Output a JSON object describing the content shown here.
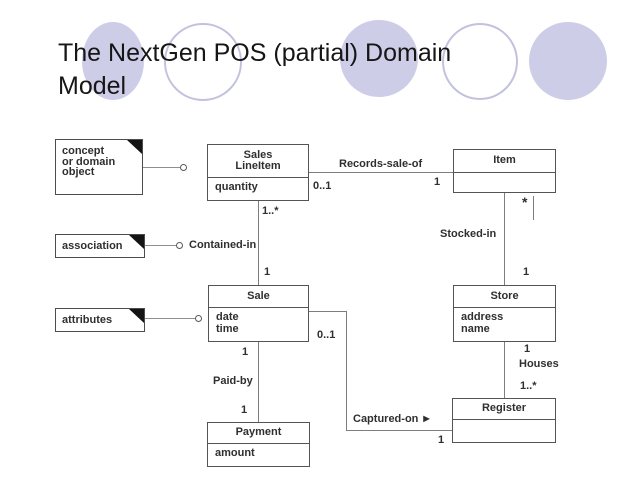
{
  "slide": {
    "title": {
      "line1": "The NextGen POS (partial) Domain",
      "line2": "Model"
    }
  },
  "colors": {
    "circle_fill": "#cdcde7",
    "circle_stroke": "#c2c2dd",
    "diagram_ink": "#2f2f2f"
  },
  "notes": {
    "concept": {
      "line1": "concept",
      "line2": "or domain",
      "line3": "object"
    },
    "association": {
      "label": "association"
    },
    "attributes": {
      "label": "attributes"
    }
  },
  "classes": {
    "sales_lineitem": {
      "name_line1": "Sales",
      "name_line2": "LineItem",
      "attr1": "quantity"
    },
    "item": {
      "name": "Item"
    },
    "sale": {
      "name": "Sale",
      "attr1": "date",
      "attr2": "time"
    },
    "store": {
      "name": "Store",
      "attr1": "address",
      "attr2": "name"
    },
    "payment": {
      "name": "Payment",
      "attr1": "amount"
    },
    "register": {
      "name": "Register"
    }
  },
  "associations": {
    "records_sale_of": {
      "label": "Records-sale-of",
      "mult_near": "0..1",
      "mult_far": "1"
    },
    "contained_in": {
      "label": "Contained-in",
      "mult_top": "1..*",
      "mult_bottom": "1"
    },
    "stocked_in": {
      "label": "Stocked-in",
      "mult_top": "*",
      "mult_bottom": "1"
    },
    "paid_by": {
      "label": "Paid-by",
      "mult_top": "1",
      "mult_bottom": "1"
    },
    "houses": {
      "label": "Houses",
      "mult_top": "1",
      "mult_bottom": "1..*"
    },
    "captured_on": {
      "label": "Captured-on",
      "arrow": "▶",
      "mult_near": "0..1",
      "mult_far": "1"
    }
  }
}
